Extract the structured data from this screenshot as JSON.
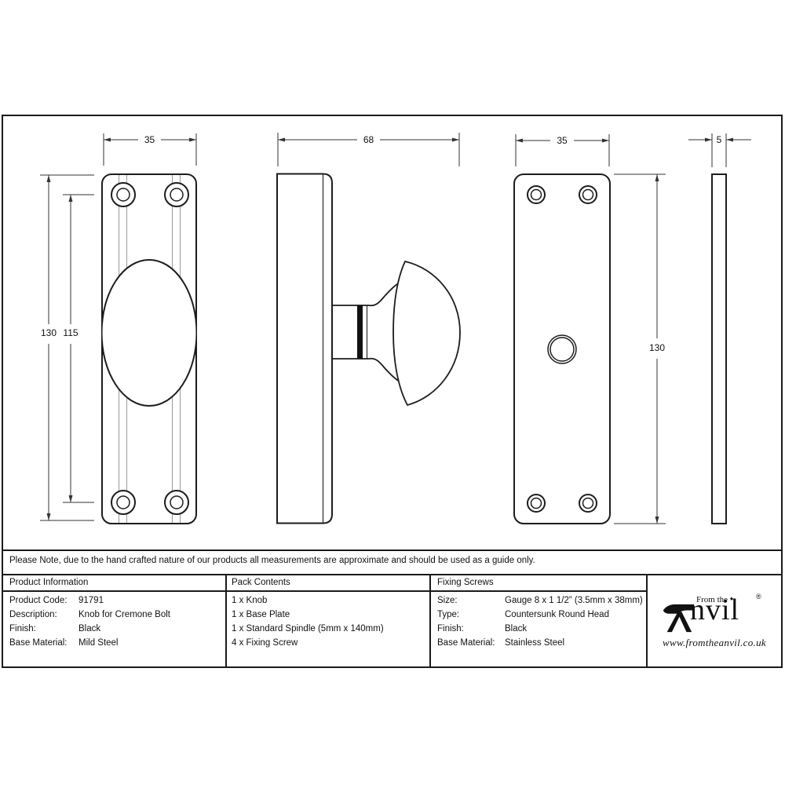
{
  "note": "Please Note, due to the hand crafted nature of our products all measurements are approximate and should be used as a guide only.",
  "product_info": {
    "header": "Product Information",
    "rows": [
      {
        "label": "Product Code:",
        "value": "91791"
      },
      {
        "label": "Description:",
        "value": "Knob for Cremone Bolt"
      },
      {
        "label": "Finish:",
        "value": "Black"
      },
      {
        "label": "Base Material:",
        "value": "Mild Steel"
      }
    ]
  },
  "pack_contents": {
    "header": "Pack Contents",
    "items": [
      "1 x Knob",
      "1 x Base Plate",
      "1 x Standard Spindle (5mm x 140mm)",
      "4 x Fixing Screw"
    ]
  },
  "fixing_screws": {
    "header": "Fixing Screws",
    "rows": [
      {
        "label": "Size:",
        "value": "Gauge 8 x 1 1/2” (3.5mm x 38mm)"
      },
      {
        "label": "Type:",
        "value": "Countersunk Round Head"
      },
      {
        "label": "Finish:",
        "value": "Black"
      },
      {
        "label": "Base Material:",
        "value": "Stainless Steel"
      }
    ]
  },
  "brand": {
    "prefix": "From the",
    "diamond": "♦",
    "name": "Anvil",
    "name_tail": "nvil",
    "registered": "®",
    "url": "www.fromtheanvil.co.uk"
  },
  "dimensions": {
    "front_width": "35",
    "front_height": "130",
    "front_hole_spacing": "115",
    "side_depth": "68",
    "back_width": "35",
    "back_height": "130",
    "profile_thickness": "5"
  },
  "colors": {
    "line": "#1c1c1c",
    "groove": "#999999",
    "table_border": "#1a1a1a",
    "background": "#ffffff"
  }
}
